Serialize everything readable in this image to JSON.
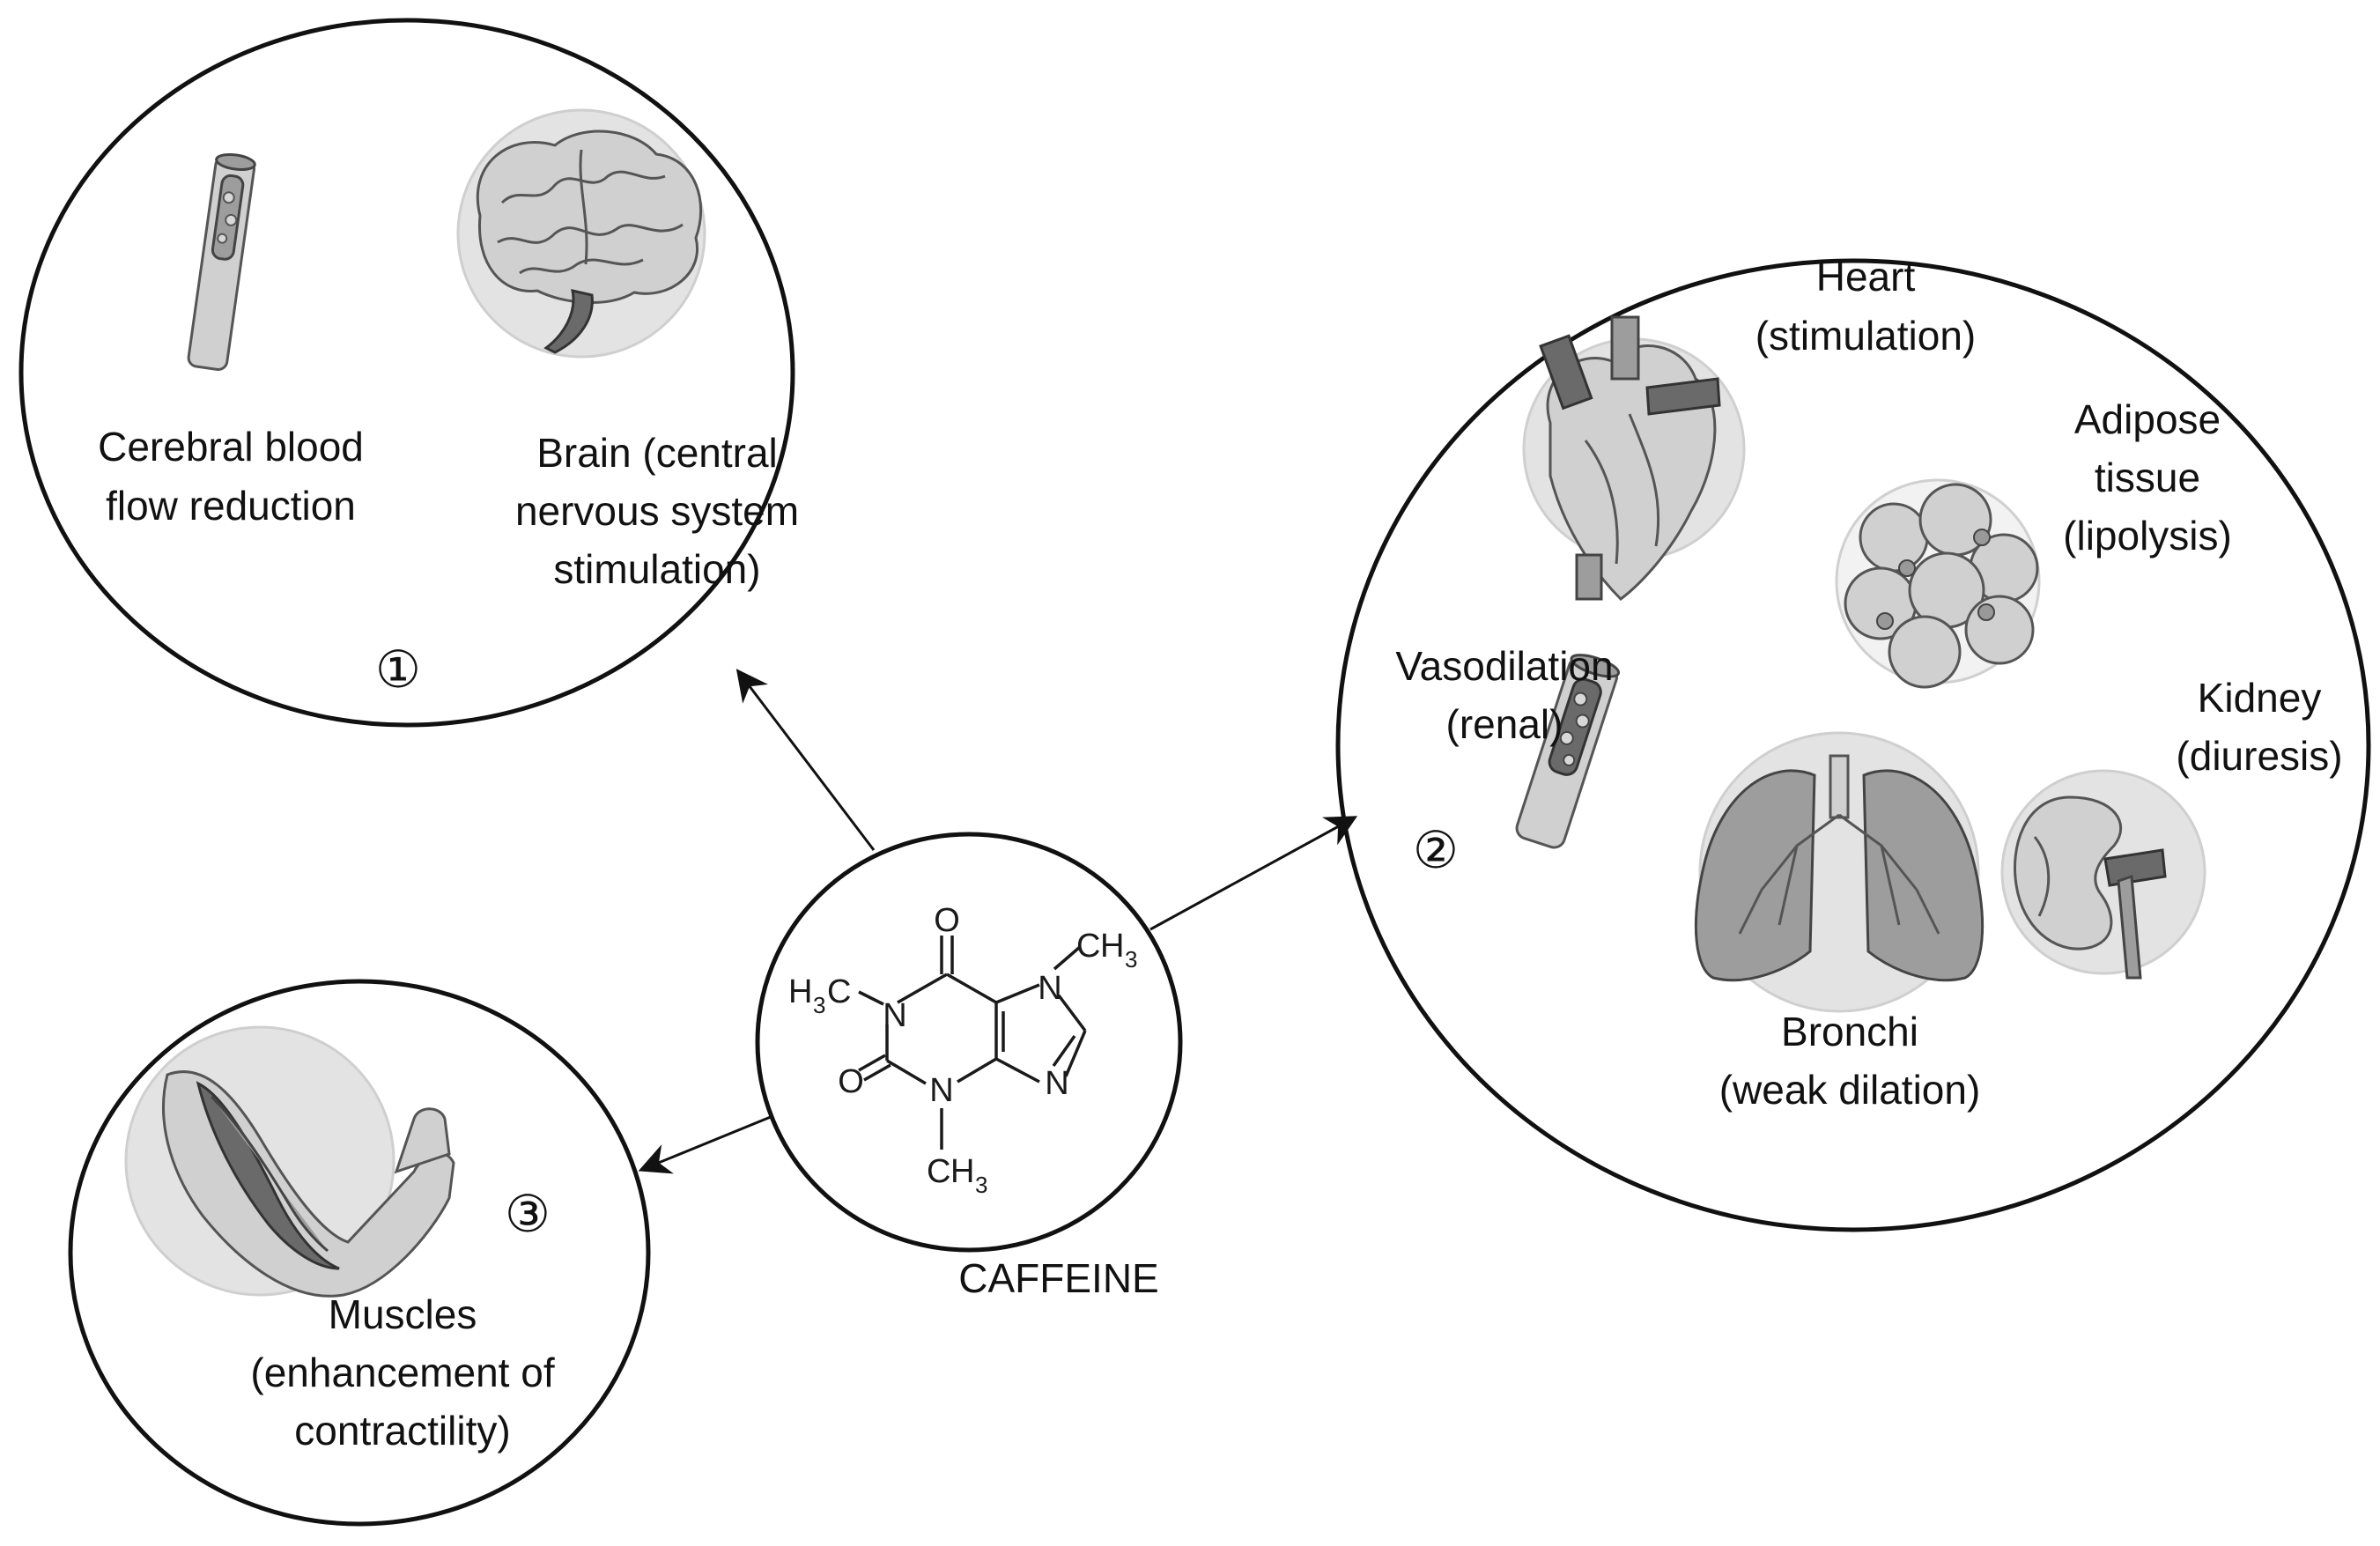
{
  "center": {
    "label": "CAFFEINE",
    "atoms": {
      "oxygen": "O",
      "nitrogen": "N",
      "carbon": "C",
      "hydrogen": "H",
      "three": "3"
    }
  },
  "groups": [
    {
      "number": "①",
      "items": [
        {
          "name": "cerebral-blood-flow",
          "lines": [
            "Cerebral blood",
            "flow reduction"
          ]
        },
        {
          "name": "brain",
          "lines": [
            "Brain (central",
            "nervous system",
            "stimulation)"
          ]
        }
      ]
    },
    {
      "number": "②",
      "items": [
        {
          "name": "heart",
          "lines": [
            "Heart",
            "(stimulation)"
          ]
        },
        {
          "name": "adipose",
          "lines": [
            "Adipose",
            "tissue",
            "(lipolysis)"
          ]
        },
        {
          "name": "vasodilation",
          "lines": [
            "Vasodilation",
            "(renal)"
          ]
        },
        {
          "name": "kidney",
          "lines": [
            "Kidney",
            "(diuresis)"
          ]
        },
        {
          "name": "bronchi",
          "lines": [
            "Bronchi",
            "(weak dilation)"
          ]
        }
      ]
    },
    {
      "number": "③",
      "items": [
        {
          "name": "muscles",
          "lines": [
            "Muscles",
            "(enhancement of",
            "contractility)"
          ]
        }
      ]
    }
  ]
}
